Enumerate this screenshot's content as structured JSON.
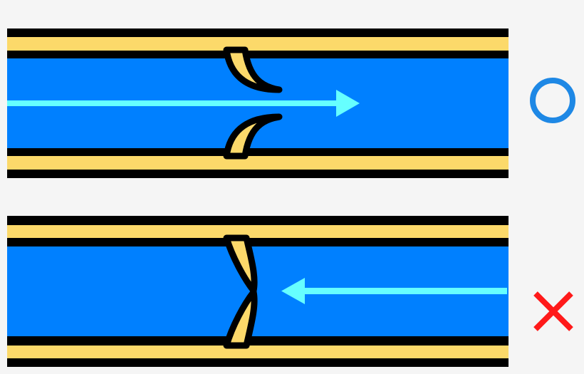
{
  "colors": {
    "background": "#f5f5f5",
    "vessel_wall": "#fcd96a",
    "outline": "#000000",
    "blood": "#0080ff",
    "arrow": "#66ffff",
    "correct_mark": "#1e88e5",
    "wrong_mark": "#ff1a1a"
  },
  "panels": [
    {
      "name": "valve-open-forward-flow",
      "flow_direction": "right",
      "valve_state": "open",
      "mark": "circle-icon"
    },
    {
      "name": "valve-closed-backflow",
      "flow_direction": "left",
      "valve_state": "closed",
      "mark": "cross-icon"
    }
  ]
}
